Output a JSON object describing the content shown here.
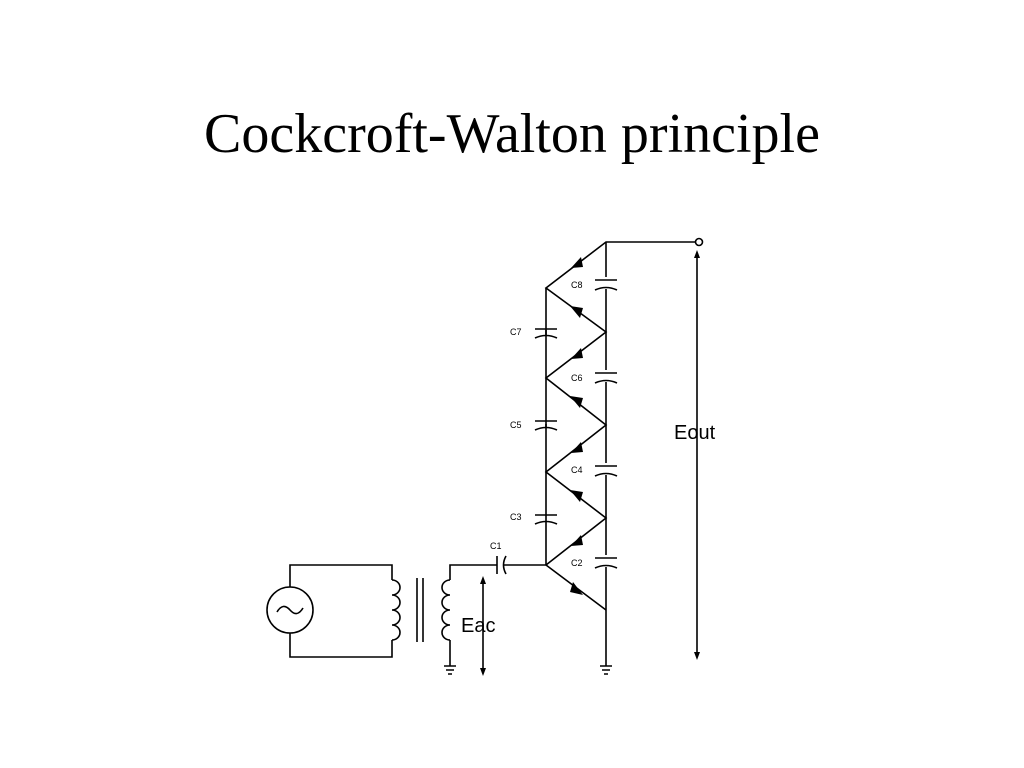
{
  "title": "Cockcroft-Walton principle",
  "labels": {
    "c1": "C1",
    "c2": "C2",
    "c3": "C3",
    "c4": "C4",
    "c5": "C5",
    "c6": "C6",
    "c7": "C7",
    "c8": "C8",
    "eac": "Eac",
    "eout": "Eout"
  }
}
